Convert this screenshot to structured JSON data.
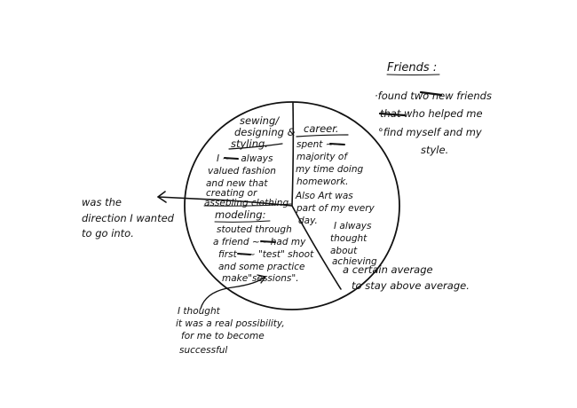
{
  "colors": {
    "ink": "#111111",
    "paper": "#ffffff"
  },
  "friends": {
    "heading": "Friends :",
    "lines": [
      "·found two new friends",
      "that who helped me",
      "°find myself and my",
      "style."
    ]
  },
  "segments": {
    "sewing": {
      "heading": [
        "sewing/",
        "designing &",
        "styling."
      ],
      "body": [
        "I ~~ always",
        "valued fashion",
        "and new that",
        "creating or",
        "assebling clothing"
      ]
    },
    "career": {
      "heading": "career.",
      "body": [
        "spent ~~",
        "majority of",
        "my time doing",
        "homework.",
        "Also Art was",
        "part of my every",
        "day."
      ]
    },
    "modeling": {
      "heading": "modeling:",
      "body": [
        "stouted through",
        "a friend ~~ had my",
        "first ~~ \"test\" shoot",
        "and some practice",
        "make\"sessions\"."
      ]
    },
    "achieving": {
      "body": [
        "I always",
        "thought",
        "about",
        "achieving"
      ]
    }
  },
  "outside_right": {
    "line1": "a certain average",
    "line2": "to stay above average."
  },
  "outside_left": {
    "lines": [
      "was the",
      "direction I wanted",
      "to go into."
    ]
  },
  "bottom_note": {
    "lines": [
      "I thought",
      "it was a real possibility,",
      "for me to become",
      "successful"
    ]
  }
}
